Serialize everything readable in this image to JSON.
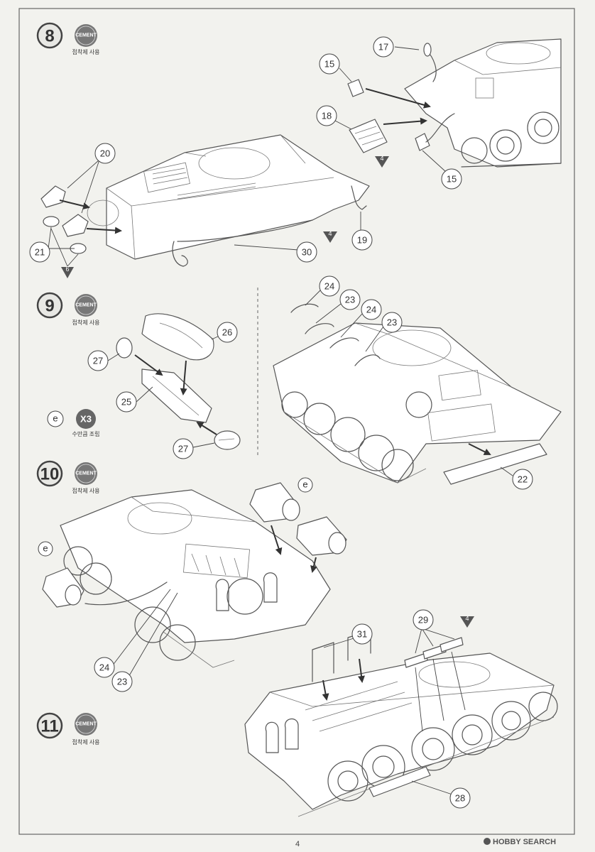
{
  "page": {
    "number": "4"
  },
  "watermark": "HOBBY SEARCH",
  "cement": {
    "badge": "CEMENT",
    "note": "접착제 사용"
  },
  "steps": [
    {
      "number": "8"
    },
    {
      "number": "9"
    },
    {
      "number": "10"
    },
    {
      "number": "11"
    }
  ],
  "repeat": {
    "letter": "e",
    "count": "X3",
    "note": "수만큼 조립"
  },
  "subassembly_mark": "e",
  "part_labels": {
    "p15a": "15",
    "p15b": "15",
    "p17": "17",
    "p18": "18",
    "p19": "19",
    "p20": "20",
    "p21": "21",
    "p30": "30",
    "p22": "22",
    "p23a": "23",
    "p23b": "23",
    "p24a": "24",
    "p24b": "24",
    "p25": "25",
    "p26": "26",
    "p27a": "27",
    "p27b": "27",
    "p23c": "23",
    "p24c": "24",
    "p28": "28",
    "p29": "29",
    "p31": "31"
  },
  "reference_marks": {
    "r4a": "4",
    "r4b": "4",
    "r4c": "4",
    "r6": "6"
  }
}
